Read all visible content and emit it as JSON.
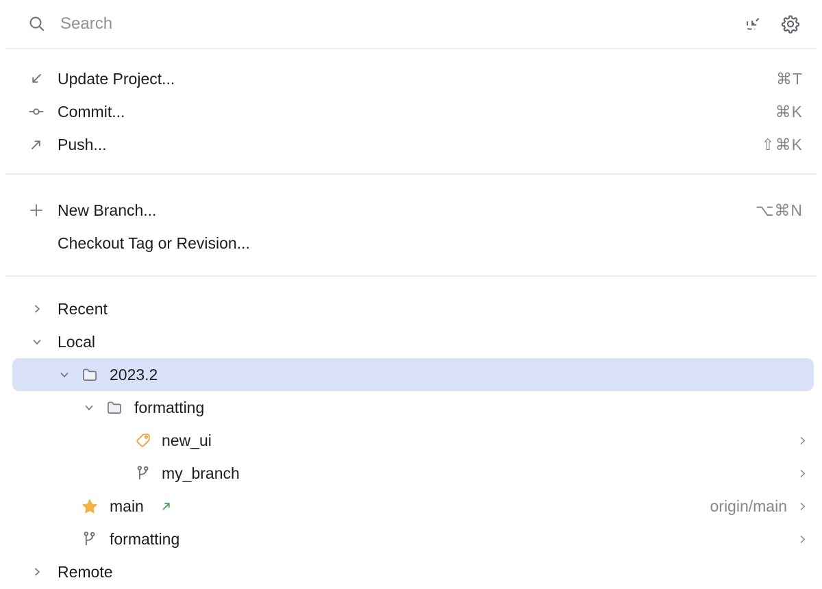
{
  "colors": {
    "selection_bg": "#d9e1f9",
    "divider": "#ebecef",
    "text": "#1b1c21",
    "muted_text": "#85868e",
    "icon_gray": "#6f727d",
    "tag_orange": "#e8a43e",
    "star_amber": "#f2b244",
    "outgoing_green": "#3f9e54",
    "folder_fill": "#eef0f3"
  },
  "search": {
    "placeholder": "Search"
  },
  "header_icons": [
    {
      "name": "open-in-tool-window-icon"
    },
    {
      "name": "settings-gear-icon"
    }
  ],
  "actions": {
    "items": [
      {
        "label": "Update Project...",
        "shortcut": "⌘T",
        "icon": "arrow-down-left-icon"
      },
      {
        "label": "Commit...",
        "shortcut": "⌘K",
        "icon": "commit-node-icon"
      },
      {
        "label": "Push...",
        "shortcut": "⇧⌘K",
        "icon": "arrow-up-right-icon"
      }
    ]
  },
  "branch_actions": {
    "items": [
      {
        "label": "New Branch...",
        "shortcut": "⌥⌘N",
        "icon": "plus-icon"
      },
      {
        "label": "Checkout Tag or Revision...",
        "shortcut": "",
        "icon": ""
      }
    ]
  },
  "tree": {
    "items": [
      {
        "label": "Recent",
        "depth": 1,
        "state": "collapsed"
      },
      {
        "label": "Local",
        "depth": 1,
        "state": "expanded"
      },
      {
        "label": "2023.2",
        "depth": 2,
        "state": "expanded",
        "icon": "folder-icon",
        "selected": true
      },
      {
        "label": "formatting",
        "depth": 3,
        "state": "expanded",
        "icon": "folder-icon"
      },
      {
        "label": "new_ui",
        "depth": 4,
        "icon": "tag-icon",
        "has_submenu": true
      },
      {
        "label": "my_branch",
        "depth": 4,
        "icon": "branch-icon",
        "has_submenu": true
      },
      {
        "label": "main",
        "depth": 2,
        "icon": "favorite-star-icon",
        "outgoing_indicator": true,
        "tracking_ref": "origin/main",
        "has_submenu": true
      },
      {
        "label": "formatting",
        "depth": 2,
        "icon": "branch-icon",
        "has_submenu": true
      },
      {
        "label": "Remote",
        "depth": 1,
        "state": "collapsed"
      }
    ]
  }
}
